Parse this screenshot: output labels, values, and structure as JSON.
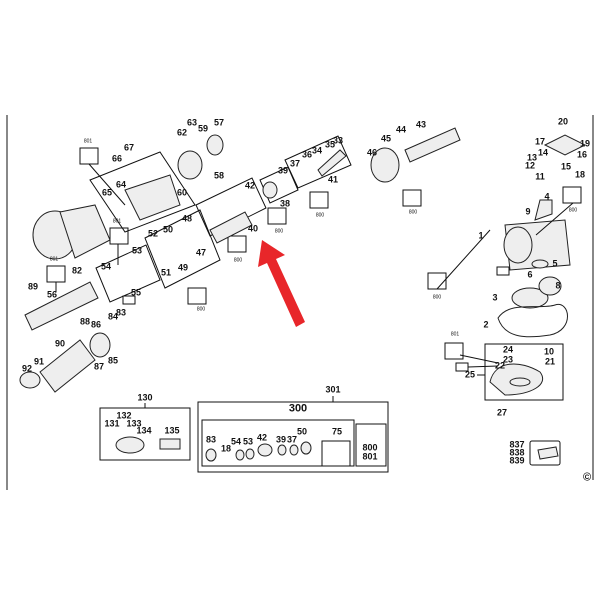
{
  "diagram": {
    "type": "exploded parts diagram",
    "arrow_color": "#e8262a",
    "callouts": [
      "801",
      "67",
      "66",
      "63",
      "59",
      "57",
      "62",
      "64",
      "65",
      "60",
      "58",
      "801",
      "82",
      "801",
      "89",
      "56",
      "42",
      "40",
      "39",
      "38",
      "37",
      "36",
      "34",
      "35",
      "33",
      "41",
      "46",
      "45",
      "44",
      "43",
      "800",
      "800",
      "800",
      "800",
      "52",
      "50",
      "48",
      "47",
      "49",
      "51",
      "53",
      "54",
      "55",
      "800",
      "88",
      "86",
      "84",
      "83",
      "85",
      "87",
      "90",
      "91",
      "92",
      "20",
      "19",
      "17",
      "14",
      "16",
      "13",
      "12",
      "15",
      "18",
      "11",
      "4",
      "800",
      "9",
      "1",
      "5",
      "6",
      "8",
      "3",
      "2",
      "800",
      "801",
      "24",
      "10",
      "23",
      "21",
      "22",
      "25",
      "27",
      "837",
      "838",
      "839",
      "130",
      "132",
      "131",
      "133",
      "134",
      "135",
      "301",
      "300",
      "83",
      "18",
      "54",
      "53",
      "42",
      "39",
      "37",
      "50",
      "75",
      "800",
      "801"
    ],
    "copyright": "©"
  }
}
